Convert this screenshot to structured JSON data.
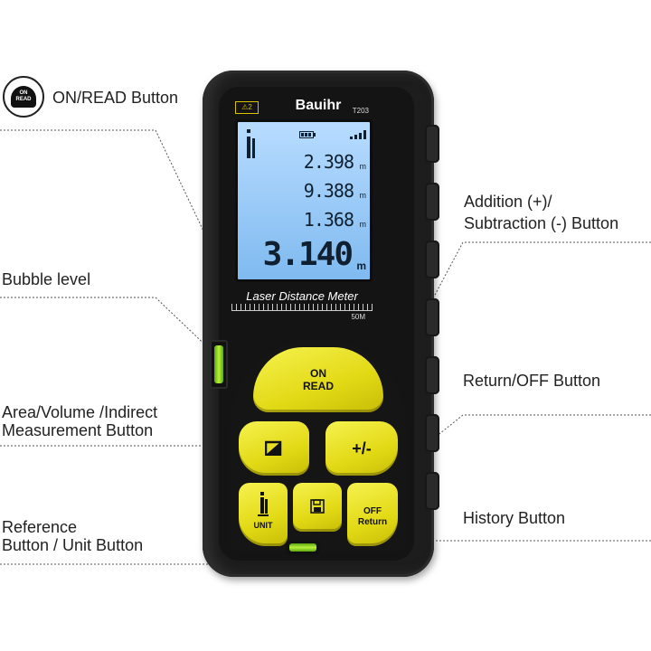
{
  "callouts": {
    "on_read": "ON/READ Button",
    "add_sub_line1": "Addition (+)/",
    "add_sub_line2": "Subtraction (-) Button",
    "bubble": "Bubble level",
    "return_off": "Return/OFF Button",
    "area_line1": "Area/Volume /Indirect",
    "area_line2": "Measurement Button",
    "history": "History Button",
    "ref_line1": "Reference",
    "ref_line2": "Button / Unit Button"
  },
  "badge": {
    "line1": "ON",
    "line2": "READ"
  },
  "device": {
    "warning_label": "⚠2",
    "brand": "Bauihr",
    "model": "T203",
    "subtitle": "Laser Distance Meter",
    "range": "50M",
    "unit": "m",
    "readings": [
      "2.398",
      "9.388",
      "1.368"
    ],
    "main_reading": "3.140"
  },
  "keys": {
    "on_line1": "ON",
    "on_line2": "READ",
    "plus_minus": "+/-",
    "unit": "UNIT",
    "off_line1": "OFF",
    "off_line2": "Return"
  },
  "icons": {
    "area": "area-volume-icon",
    "history": "floppy-disk-icon",
    "reference": "reference-icon",
    "battery": "battery-icon",
    "signal": "signal-icon"
  },
  "colors": {
    "key_yellow": "#e8e020",
    "lcd_blue": "#9ccbf6",
    "bubble_green": "#8cd424",
    "body": "#1d1d1d"
  }
}
